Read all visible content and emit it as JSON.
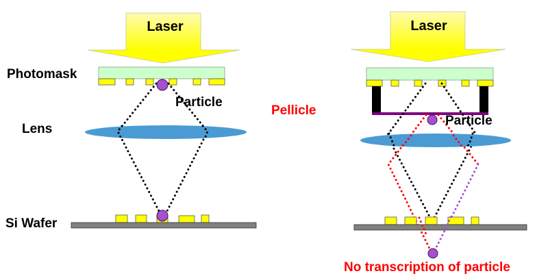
{
  "colors": {
    "laser_top": "#fffbb0",
    "laser_bottom": "#ffff00",
    "photomask": "#ccffcc",
    "mask_pattern": "#ffff00",
    "lens": "#4a9bd4",
    "particle": "#a64fd1",
    "wafer": "#808080",
    "pellicle_film": "#800080",
    "pellicle_frame": "#000000",
    "light_path": "#000000",
    "defocused_path": "#ff0000",
    "defocused_path_2": "#a64fd1",
    "emphasis_text": "#ff0000"
  },
  "labels": {
    "photomask": "Photomask",
    "lens": "Lens",
    "si_wafer": "Si Wafer",
    "pellicle": "Pellicle"
  },
  "left_panel": {
    "laser_label": "Laser",
    "particle_label": "Particle"
  },
  "right_panel": {
    "laser_label": "Laser",
    "particle_label": "Particle",
    "result_label": "No transcription of particle"
  }
}
